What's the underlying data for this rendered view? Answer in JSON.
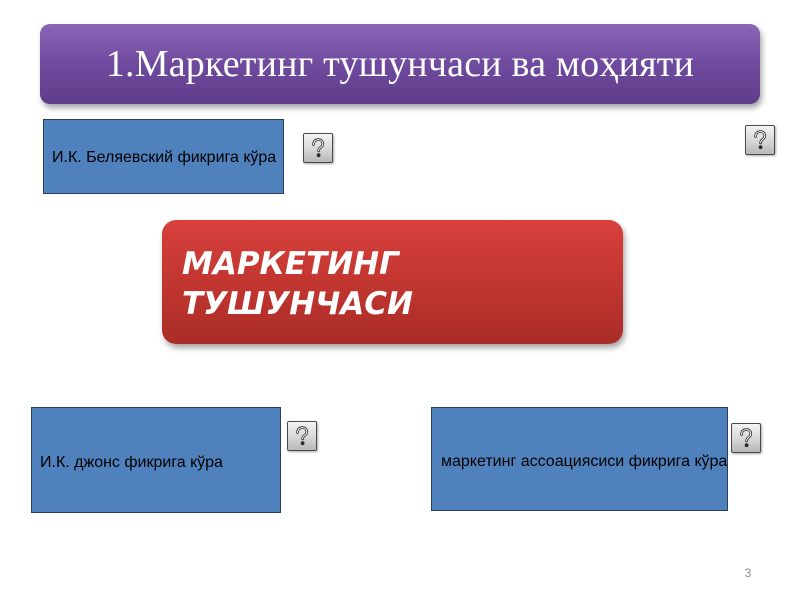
{
  "slide": {
    "title": "1.Маркетинг тушунчаси ва моҳияти",
    "center": {
      "line1": "МАРКЕТИНГ",
      "line2": "ТУШУНЧАСИ"
    },
    "boxes": [
      {
        "label": "И.К. Беляевский фикрига кўра"
      },
      {
        "label": "И.К. джонс фикрига кўра"
      },
      {
        "label": "маркетинг ассоациясиси фикрига кўра"
      }
    ],
    "help_buttons": [
      {
        "icon": "question-mark-icon"
      },
      {
        "icon": "question-mark-icon"
      },
      {
        "icon": "question-mark-icon"
      },
      {
        "icon": "question-mark-icon"
      }
    ],
    "page_number": "3"
  },
  "colors": {
    "title_bg": "#6f4a9e",
    "center_bg": "#c0352f",
    "box_bg": "#4f81bd",
    "box_border": "#2b3f5c",
    "text_white": "#ffffff"
  }
}
